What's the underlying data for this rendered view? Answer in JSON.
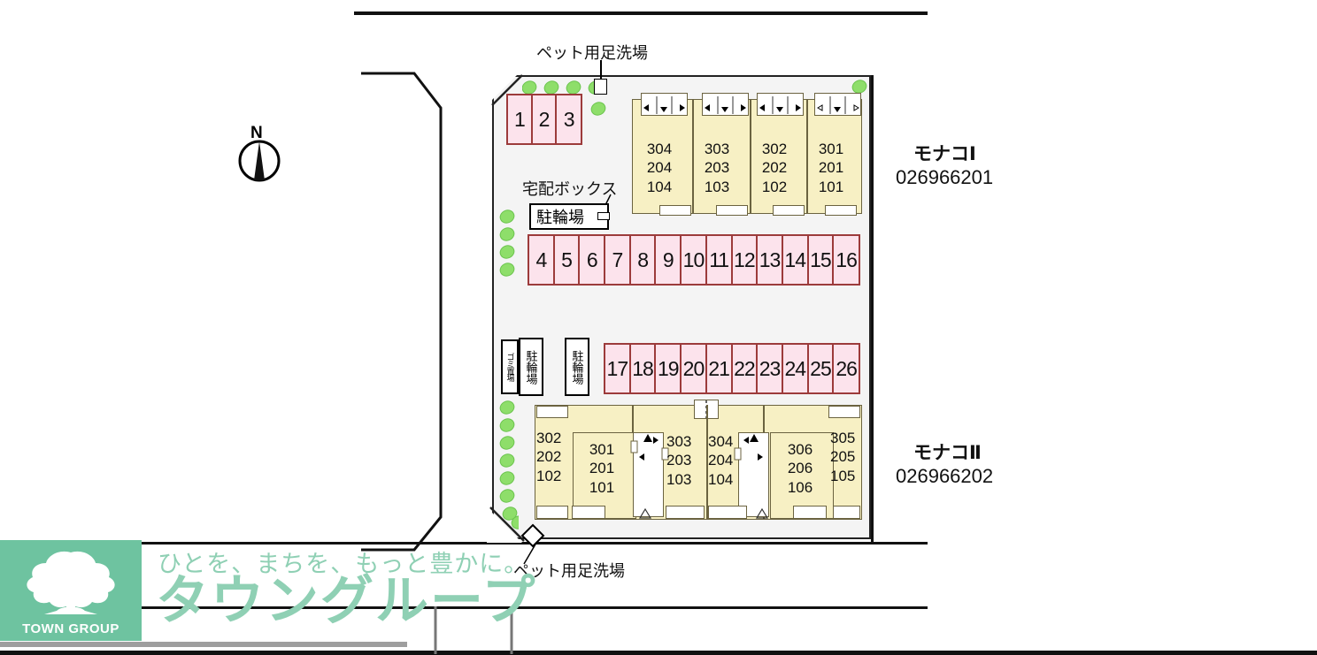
{
  "site": {
    "north_label": "N",
    "pet_wash_top_label": "ペット用足洗場",
    "pet_wash_bottom_label": "ペット用足洗場",
    "delivery_box_label": "宅配ボックス",
    "bike_park_main_label": "駐輪場",
    "bike_park_label_2": "駐輪場",
    "bike_park_label_3": "駐輪場",
    "trash_label": "ゴミ置場"
  },
  "buildings": [
    {
      "name": "モナコⅠ",
      "code": "026966201",
      "units": [
        {
          "floors": [
            "304",
            "204",
            "104"
          ]
        },
        {
          "floors": [
            "303",
            "203",
            "103"
          ]
        },
        {
          "floors": [
            "302",
            "202",
            "102"
          ]
        },
        {
          "floors": [
            "301",
            "201",
            "101"
          ]
        }
      ]
    },
    {
      "name": "モナコⅡ",
      "code": "026966202",
      "units": [
        {
          "floors": [
            "302",
            "202",
            "102"
          ]
        },
        {
          "floors": [
            "301",
            "201",
            "101"
          ]
        },
        {
          "floors": [
            "303",
            "203",
            "103"
          ]
        },
        {
          "floors": [
            "304",
            "204",
            "104"
          ]
        },
        {
          "floors": [
            "306",
            "206",
            "106"
          ]
        },
        {
          "floors": [
            "305",
            "205",
            "105"
          ]
        }
      ]
    }
  ],
  "parking": {
    "row_top": [
      "1",
      "2",
      "3"
    ],
    "row_middle": [
      "4",
      "5",
      "6",
      "7",
      "8",
      "9",
      "10",
      "11",
      "12",
      "13",
      "14",
      "15",
      "16"
    ],
    "row_bottom": [
      "17",
      "18",
      "19",
      "20",
      "21",
      "22",
      "23",
      "24",
      "25",
      "26"
    ]
  },
  "footer": {
    "logo_text": "TOWN GROUP",
    "tagline": "ひとを、まちを、もっと豊かに。",
    "brand": "タウングループ"
  },
  "colors": {
    "stall_fill": "#fce3ec",
    "stall_border": "#9c3b3b",
    "building_fill": "#f7f0c4",
    "building_border": "#6b6340",
    "plot_fill": "#f4f4f4",
    "brand_green": "#6ec3a0",
    "brand_text": "#8fd0b4",
    "shrub_green": "#8ede6a"
  }
}
